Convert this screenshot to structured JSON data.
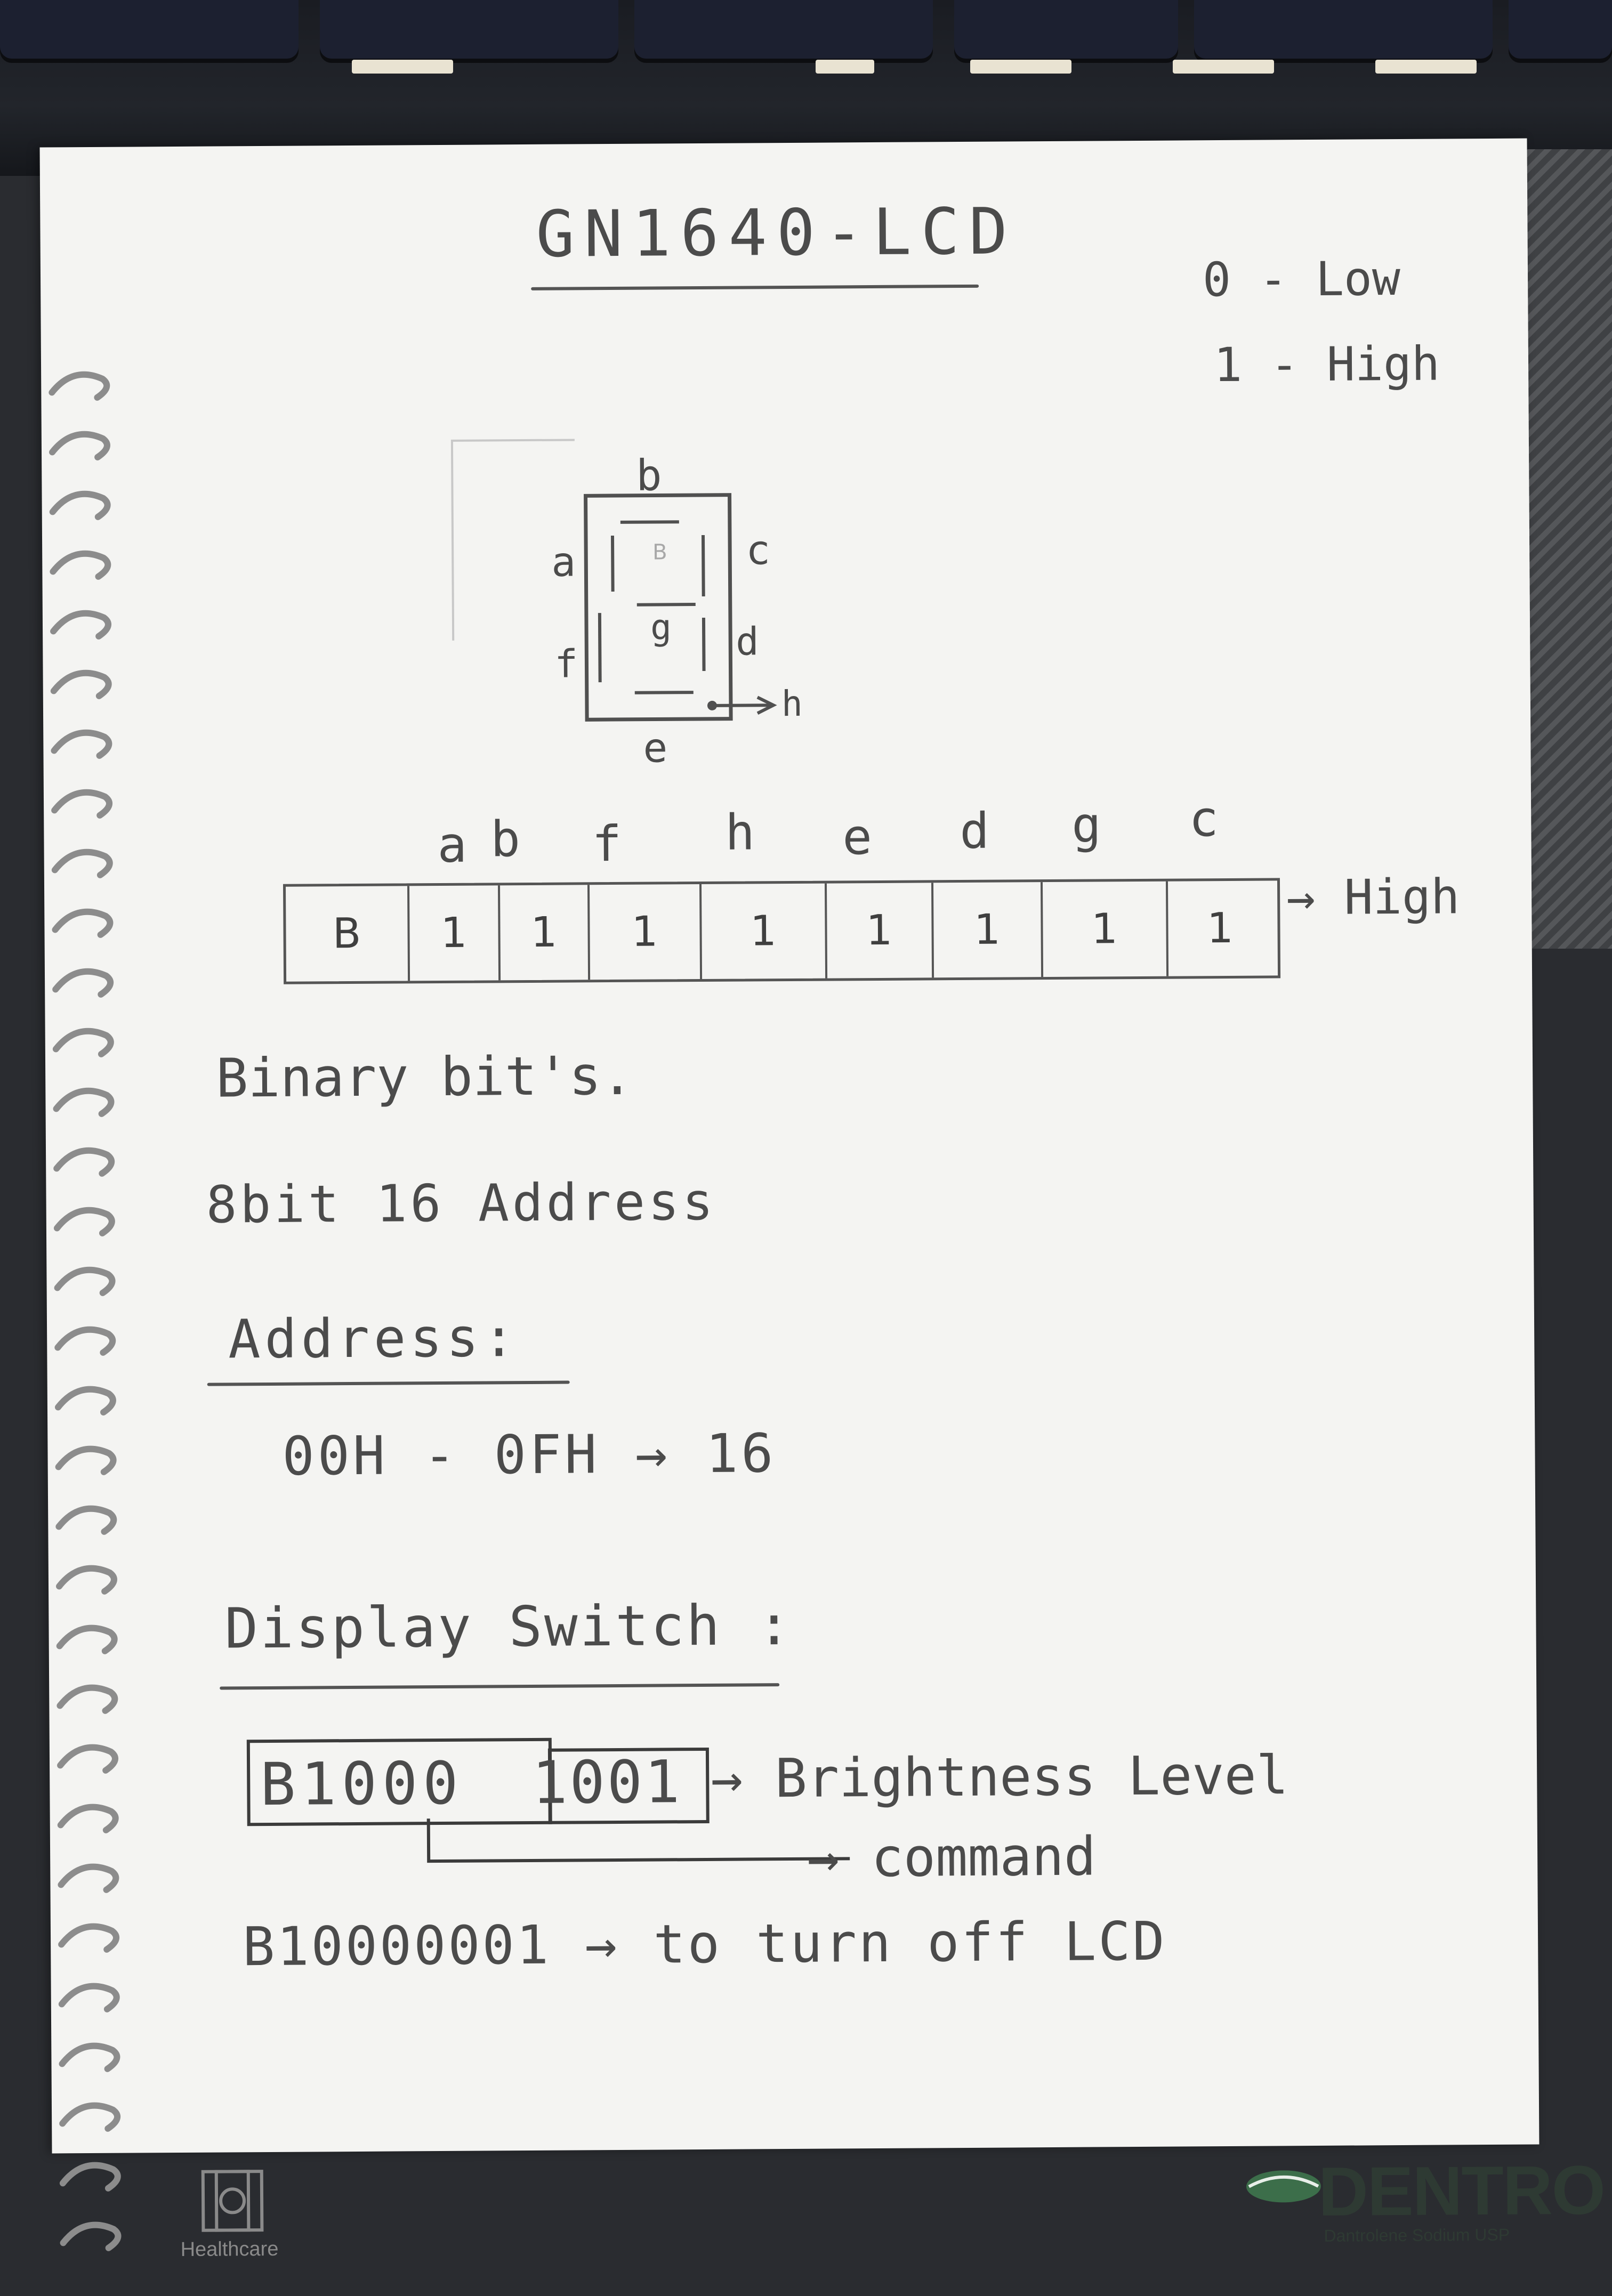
{
  "page": {
    "title": "GN1640-LCD",
    "legend": {
      "low": "0 - Low",
      "high": "1 - High"
    },
    "segment_labels": {
      "top": "b",
      "upper_left": "a",
      "upper_right": "c",
      "lower_left": "f",
      "lower_right": "d",
      "middle": "g",
      "bottom": "e",
      "dot": "h",
      "inner_top": "B"
    },
    "bit_row": {
      "header_labels": [
        "a",
        "b",
        "f",
        "h",
        "e",
        "d",
        "g",
        "c"
      ],
      "cells": [
        "B",
        "1",
        "1",
        "1",
        "1",
        "1",
        "1",
        "1",
        "1"
      ],
      "note": "→ High"
    },
    "line_binary": "Binary bit's.",
    "line_address_count": "8bit 16 Address",
    "address_heading": "Address:",
    "address_range": "00H - 0FH → 16",
    "display_heading": "Display Switch :",
    "command_box": "B1000",
    "level_box": "1001",
    "brightness_label": "→ Brightness Level",
    "command_label": "→ command",
    "off_line": "B10000001 → to turn off LCD"
  },
  "logos": {
    "left_text": "Healthcare",
    "right_text": "DENTRO",
    "right_sub": "Dantrolene Sodium USP"
  },
  "colors": {
    "ink": "#4b4b4b",
    "paper": "#f4f4f2",
    "logo_green": "#3c6e4a",
    "logo_dark": "#2e3a33"
  }
}
